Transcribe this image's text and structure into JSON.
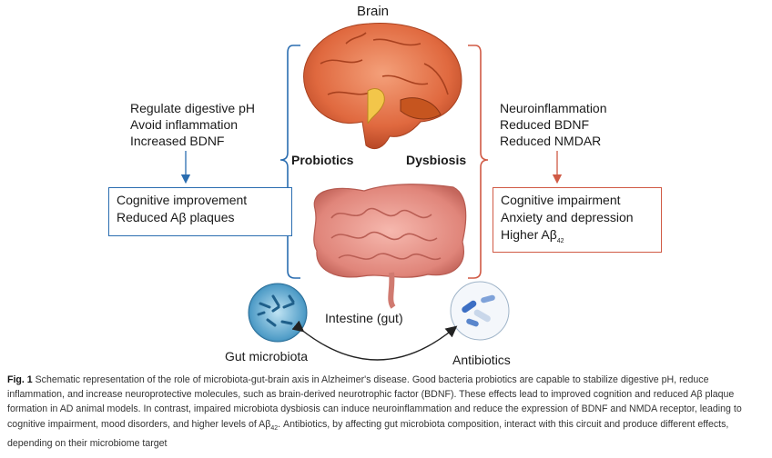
{
  "brain_label": "Brain",
  "probiotics_label": "Probiotics",
  "dysbiosis_label": "Dysbiosis",
  "intestine_label": "Intestine (gut)",
  "gut_microbiota_label": "Gut microbiota",
  "antibiotics_label": "Antibiotics",
  "left_effects": [
    "Regulate digestive pH",
    "Avoid inflammation",
    "Increased BDNF"
  ],
  "left_outcomes": [
    "Cognitive improvement",
    "Reduced Aβ plaques"
  ],
  "right_effects": [
    "Neuroinflammation",
    "Reduced BDNF",
    "Reduced NMDAR"
  ],
  "right_outcomes": [
    "Cognitive impairment",
    "Anxiety and depression",
    "Higher Aβ",
    "42"
  ],
  "caption": {
    "label": "Fig. 1",
    "text_1": " Schematic representation of the role of microbiota-gut-brain axis in Alzheimer's disease. Good bacteria probiotics are capable to stabilize digestive pH, reduce inflammation, and increase neuroprotective molecules, such as brain-derived neurotrophic factor (BDNF). These effects lead to improved cognition and reduced Aβ plaque formation in AD animal models. In contrast, impaired microbiota dysbiosis can induce neuroinflammation and reduce the expression of BDNF and NMDA receptor, leading to cognitive impairment, mood disorders, and higher levels of Aβ",
    "subscript": "42",
    "text_2": ". Antibiotics, by affecting gut microbiota composition, interact with this circuit and produce different effects, depending on their microbiome target"
  },
  "colors": {
    "blue": "#2a6db0",
    "red": "#d05a45",
    "brain": "#e2704a",
    "gut": "#e58f88"
  }
}
